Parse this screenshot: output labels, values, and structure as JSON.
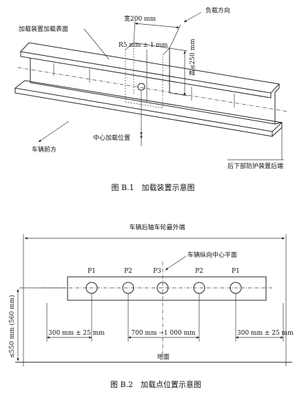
{
  "figure1": {
    "load_direction": "负载方向",
    "width": "宽200 mm",
    "loading_surface": "加载装置加载表面",
    "radius": "R5 mm ± 1 mm",
    "height": "高≤250 mm",
    "center_load_position": "中心加载位置",
    "vehicle_front": "车辆前方",
    "rear_guard_end": "后下部防护装置后端",
    "caption": "图 B.1　加载装置示意图"
  },
  "figure2": {
    "rear_axle_outer": "车辆后轴车轮最外端",
    "longitudinal_plane": "车辆纵向中心平面",
    "points": [
      "P1",
      "P2",
      "P3",
      "P2",
      "P1"
    ],
    "dim_left": "300 mm ± 25 mm",
    "dim_middle": "700 mm ~1 000 mm",
    "dim_right": "300 mm ± 25 mm",
    "height_limit": "≤550 mm (560 mm)",
    "ground": "地面",
    "caption": "图 B.2　加载点位置示意图"
  }
}
